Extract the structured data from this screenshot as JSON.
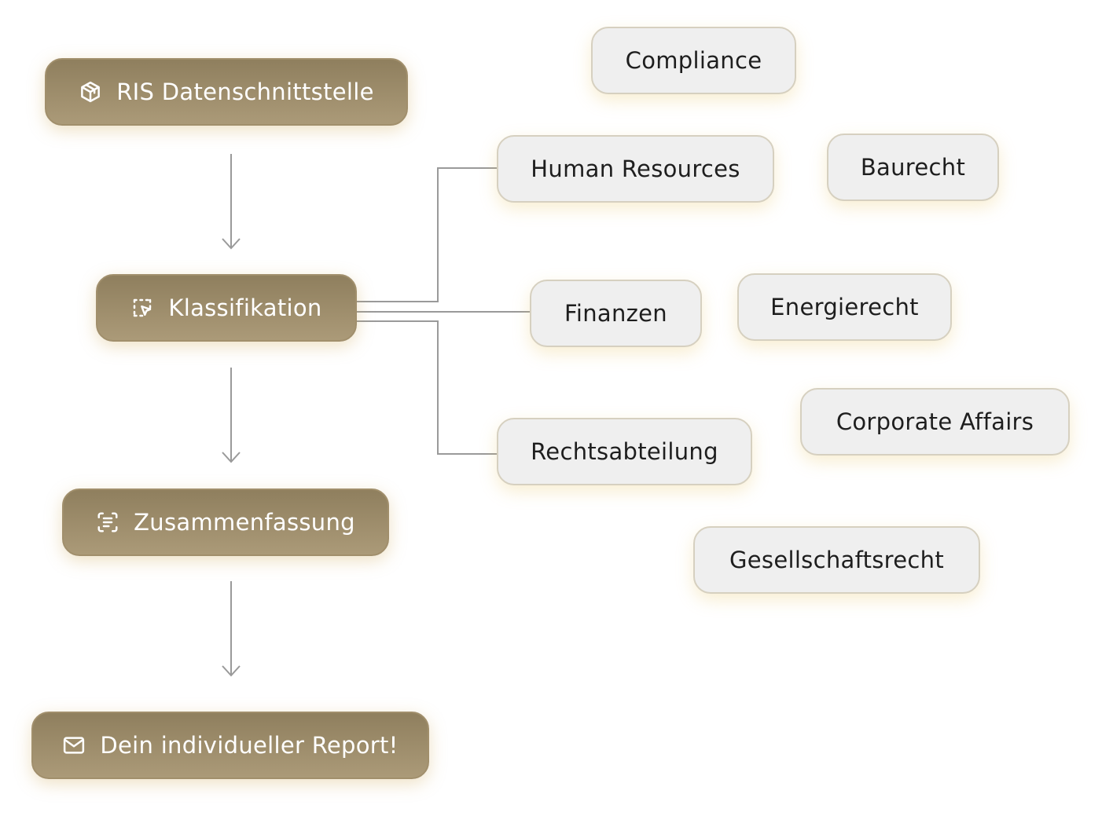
{
  "steps": [
    {
      "key": "ris",
      "label": "RIS Datenschnittstelle",
      "icon": "package-icon"
    },
    {
      "key": "klassifikation",
      "label": "Klassifikation",
      "icon": "pointer-select-icon"
    },
    {
      "key": "zusammenfassung",
      "label": "Zusammenfassung",
      "icon": "text-scan-icon"
    },
    {
      "key": "report",
      "label": "Dein individueller Report!",
      "icon": "mail-icon"
    }
  ],
  "categories": {
    "compliance": "Compliance",
    "human_resources": "Human Resources",
    "baurecht": "Baurecht",
    "finanzen": "Finanzen",
    "energierecht": "Energierecht",
    "corporate_affairs": "Corporate Affairs",
    "rechtsabteilung": "Rechtsabteilung",
    "gesellschaftsrecht": "Gesellschaftsrecht"
  },
  "colors": {
    "step_fill": "#9d8c6a",
    "step_text": "#ffffff",
    "tag_fill": "#efefef",
    "tag_border": "#d6d0c0",
    "tag_text": "#1e1e1e",
    "connector": "#9a9a9a",
    "glow": "#e6c35f"
  }
}
